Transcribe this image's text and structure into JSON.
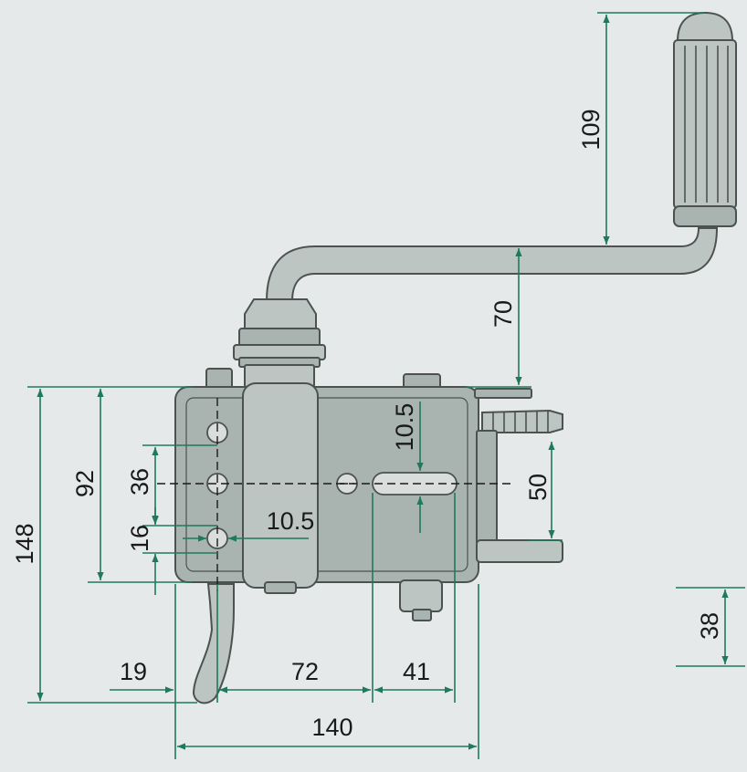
{
  "dimensions": {
    "handle_height": "109",
    "crank_offset": "70",
    "hole_slot": "10.5",
    "bracket_spacing": "50",
    "base_height": "38",
    "total_height": "148",
    "body_height": "92",
    "hole_spacing_upper": "36",
    "hole_spacing_lower": "16",
    "hole_diameter": "10.5",
    "edge_offset": "19",
    "hole_to_slot": "72",
    "slot_width": "41",
    "total_width": "140"
  },
  "colors": {
    "background": "#e5e9ea",
    "dimension_line": "#1f7a5a",
    "part_fill": "#a9b4b1",
    "part_outline": "#4b524f",
    "text": "#1a1a1a"
  }
}
